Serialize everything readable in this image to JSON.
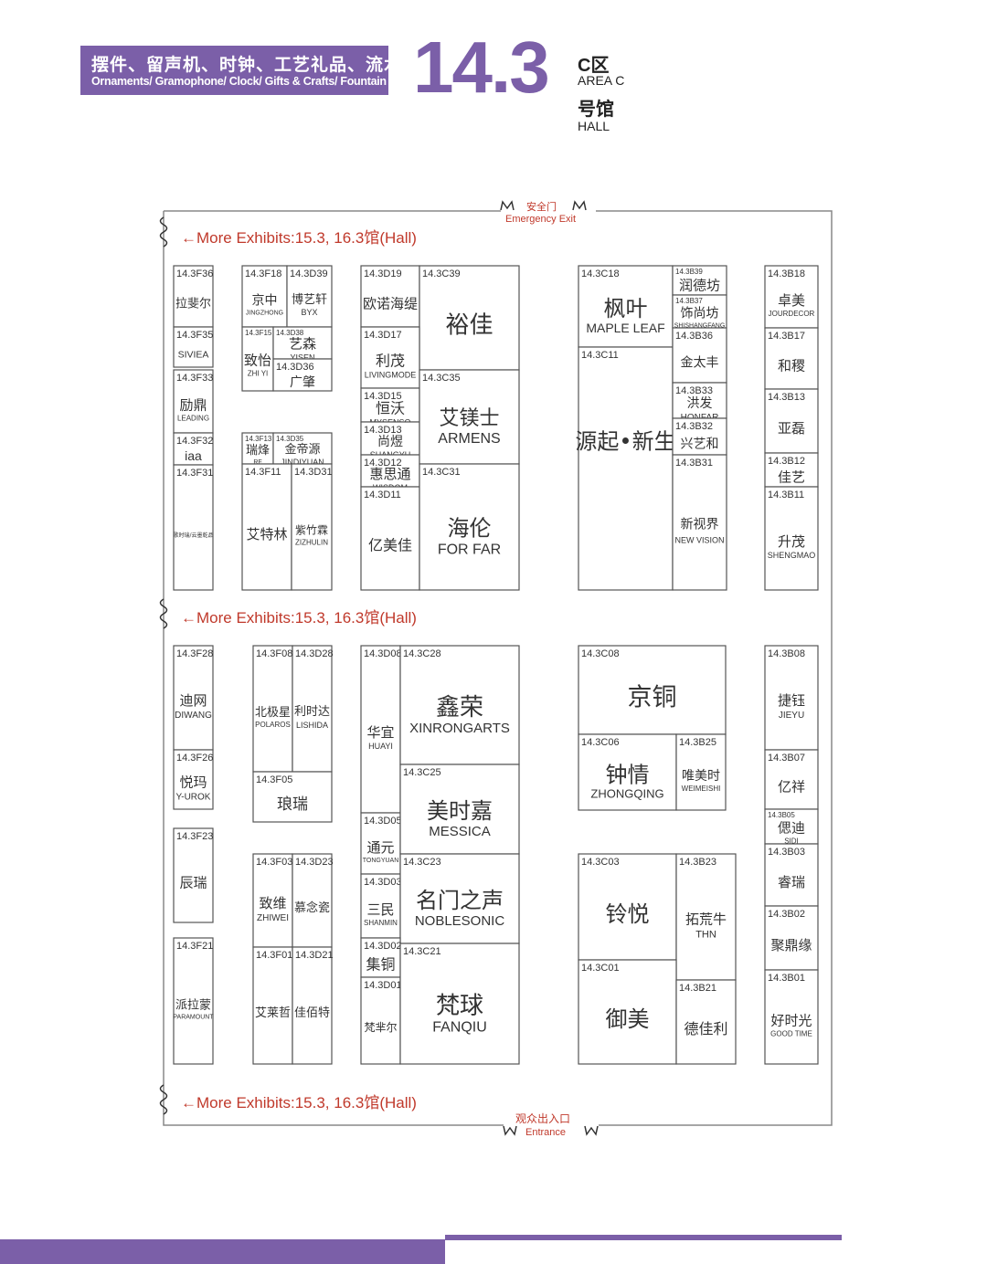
{
  "header": {
    "category_zh": "摆件、留声机、时钟、工艺礼品、流水等",
    "category_en": "Ornaments/ Gramophone/ Clock/ Gifts & Crafts/ Fountain",
    "hall_number": "14.3",
    "area_zh": "C区",
    "area_en": "AREA C",
    "hall_zh": "号馆",
    "hall_en": "HALL"
  },
  "labels": {
    "more_exhibits": "←More Exhibits:15.3, 16.3馆(Hall)",
    "emergency_zh": "安全门",
    "emergency_en": "Emergency Exit",
    "entrance_zh": "观众出入口",
    "entrance_en": "Entrance"
  },
  "colors": {
    "accent": "#7b5fa8",
    "notice": "#c0392b"
  },
  "booths": [
    {
      "code": "14.3F36",
      "zh": "拉斐尔",
      "en": ""
    },
    {
      "code": "14.3F35",
      "zh": "",
      "en": "SIVIEA"
    },
    {
      "code": "14.3F33",
      "zh": "励鼎",
      "en": "LEADING"
    },
    {
      "code": "14.3F32",
      "zh": "",
      "en": "iaa"
    },
    {
      "code": "14.3F31",
      "zh": "歌时瑞/云墨乾品",
      "en": ""
    },
    {
      "code": "14.3F18",
      "zh": "京中",
      "en": "JINGZHONG"
    },
    {
      "code": "14.3D39",
      "zh": "博艺轩",
      "en": "BYX"
    },
    {
      "code": "14.3F15",
      "zh": "致怡",
      "en": "ZHI YI"
    },
    {
      "code": "14.3D38",
      "zh": "艺森",
      "en": "YISEN"
    },
    {
      "code": "14.3D36",
      "zh": "广肇",
      "en": ""
    },
    {
      "code": "14.3F13",
      "zh": "瑞烽",
      "en": "RF"
    },
    {
      "code": "14.3D35",
      "zh": "金帝源",
      "en": "JINDIYUAN"
    },
    {
      "code": "14.3F11",
      "zh": "艾特林",
      "en": ""
    },
    {
      "code": "14.3D31",
      "zh": "紫竹霖",
      "en": "ZIZHULIN"
    },
    {
      "code": "14.3D19",
      "zh": "欧诺海缇",
      "en": ""
    },
    {
      "code": "14.3C39",
      "zh": "裕佳",
      "en": ""
    },
    {
      "code": "14.3D17",
      "zh": "利茂",
      "en": "LIVINGMODE"
    },
    {
      "code": "14.3D15",
      "zh": "恒沃",
      "en": "MYSENSO"
    },
    {
      "code": "14.3D13",
      "zh": "尚煜",
      "en": "SHANGYU"
    },
    {
      "code": "14.3D12",
      "zh": "惠思通",
      "en": "WISDOM"
    },
    {
      "code": "14.3D11",
      "zh": "亿美佳",
      "en": ""
    },
    {
      "code": "14.3C35",
      "zh": "艾镁士",
      "en": "ARMENS"
    },
    {
      "code": "14.3C31",
      "zh": "海伦",
      "en": "FOR FAR"
    },
    {
      "code": "14.3C18",
      "zh": "枫叶",
      "en": "MAPLE LEAF"
    },
    {
      "code": "14.3C11",
      "zh": "源起•新生",
      "en": ""
    },
    {
      "code": "14.3B39",
      "zh": "润德坊",
      "en": ""
    },
    {
      "code": "14.3B37",
      "zh": "饰尚坊",
      "en": "SHISHANGFANG"
    },
    {
      "code": "14.3B36",
      "zh": "金太丰",
      "en": ""
    },
    {
      "code": "14.3B33",
      "zh": "洪发",
      "en": "HONFAR"
    },
    {
      "code": "14.3B32",
      "zh": "兴艺和",
      "en": ""
    },
    {
      "code": "14.3B31",
      "zh": "新视界",
      "en": "NEW VISION"
    },
    {
      "code": "14.3B18",
      "zh": "卓美",
      "en": "JOURDECOR"
    },
    {
      "code": "14.3B17",
      "zh": "和稷",
      "en": ""
    },
    {
      "code": "14.3B13",
      "zh": "亚磊",
      "en": ""
    },
    {
      "code": "14.3B12",
      "zh": "佳艺",
      "en": ""
    },
    {
      "code": "14.3B11",
      "zh": "升茂",
      "en": "SHENGMAO"
    },
    {
      "code": "14.3F28",
      "zh": "迪网",
      "en": "DIWANG"
    },
    {
      "code": "14.3F26",
      "zh": "悦玛",
      "en": "Y-UROK"
    },
    {
      "code": "14.3F23",
      "zh": "辰瑞",
      "en": ""
    },
    {
      "code": "14.3F21",
      "zh": "派拉蒙",
      "en": "PARAMOUNT"
    },
    {
      "code": "14.3F08",
      "zh": "北极星",
      "en": "POLAROS"
    },
    {
      "code": "14.3D28",
      "zh": "利时达",
      "en": "LISHIDA"
    },
    {
      "code": "14.3F05",
      "zh": "琅瑞",
      "en": ""
    },
    {
      "code": "14.3F03",
      "zh": "致维",
      "en": "ZHIWEI"
    },
    {
      "code": "14.3D23",
      "zh": "慕念瓷",
      "en": ""
    },
    {
      "code": "14.3F01",
      "zh": "艾莱哲",
      "en": ""
    },
    {
      "code": "14.3D21",
      "zh": "佳佰特",
      "en": ""
    },
    {
      "code": "14.3D08",
      "zh": "华宜",
      "en": "HUAYI"
    },
    {
      "code": "14.3C28",
      "zh": "鑫荣",
      "en": "XINRONGARTS"
    },
    {
      "code": "14.3D05",
      "zh": "通元",
      "en": "TONGYUAN"
    },
    {
      "code": "14.3C25",
      "zh": "美时嘉",
      "en": "MESSICA"
    },
    {
      "code": "14.3D03",
      "zh": "三民",
      "en": "SHANMIN"
    },
    {
      "code": "14.3C23",
      "zh": "名门之声",
      "en": "NOBLESONIC"
    },
    {
      "code": "14.3D02",
      "zh": "集铜",
      "en": ""
    },
    {
      "code": "14.3D01",
      "zh": "梵芈尔",
      "en": ""
    },
    {
      "code": "14.3C21",
      "zh": "梵球",
      "en": "FANQIU"
    },
    {
      "code": "14.3C08",
      "zh": "京铜",
      "en": ""
    },
    {
      "code": "14.3C06",
      "zh": "钟情",
      "en": "ZHONGQING"
    },
    {
      "code": "14.3B25",
      "zh": "唯美时",
      "en": "WEIMEISHI"
    },
    {
      "code": "14.3C03",
      "zh": "铃悦",
      "en": ""
    },
    {
      "code": "14.3B23",
      "zh": "拓荒牛",
      "en": "THN"
    },
    {
      "code": "14.3C01",
      "zh": "御美",
      "en": ""
    },
    {
      "code": "14.3B21",
      "zh": "德佳利",
      "en": ""
    },
    {
      "code": "14.3B08",
      "zh": "捷钰",
      "en": "JIEYU"
    },
    {
      "code": "14.3B07",
      "zh": "亿祥",
      "en": ""
    },
    {
      "code": "14.3B05",
      "zh": "偲迪",
      "en": "SIDI"
    },
    {
      "code": "14.3B03",
      "zh": "睿瑞",
      "en": ""
    },
    {
      "code": "14.3B02",
      "zh": "聚鼎缘",
      "en": ""
    },
    {
      "code": "14.3B01",
      "zh": "好时光",
      "en": "GOOD TIME"
    }
  ]
}
